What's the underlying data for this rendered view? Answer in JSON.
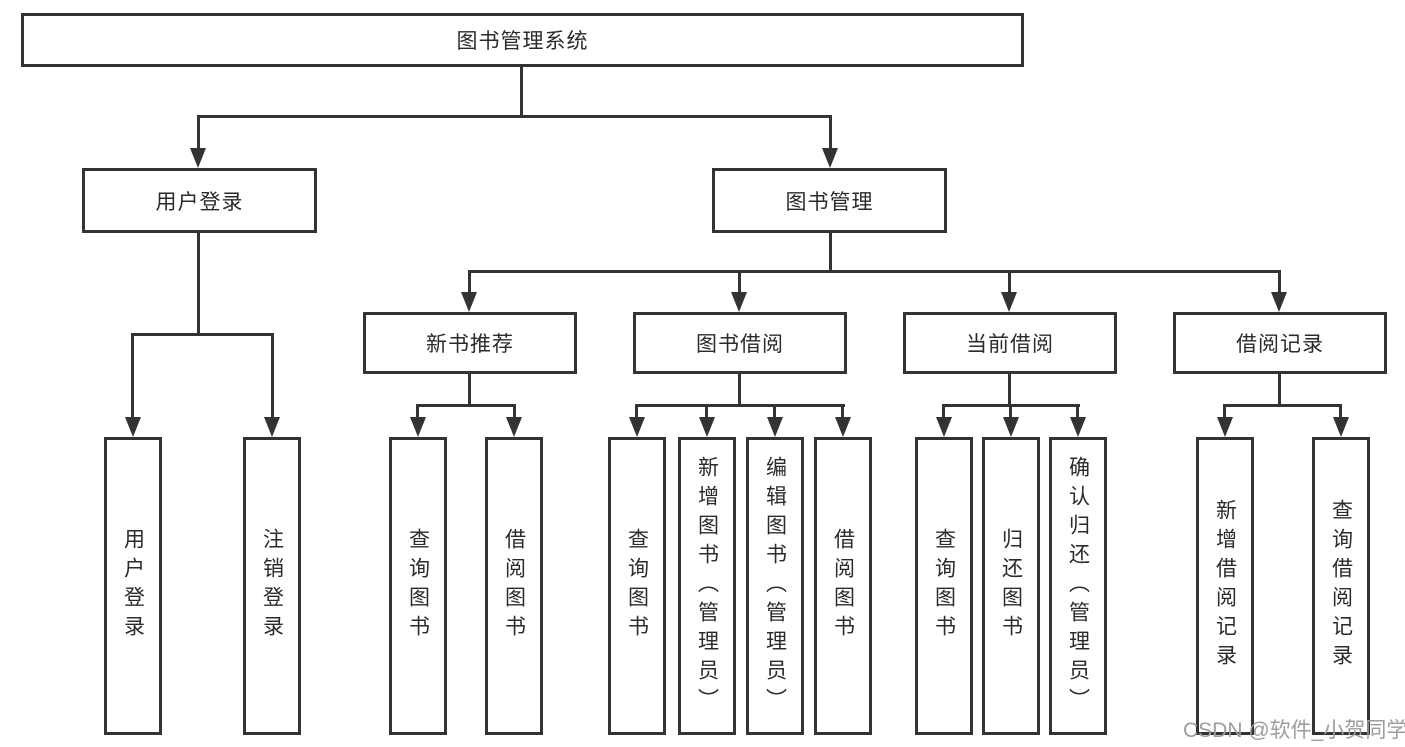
{
  "diagram": {
    "title": "图书管理系统",
    "type": "hierarchy-tree",
    "tree": {
      "label": "图书管理系统",
      "children": [
        {
          "label": "用户登录",
          "children": [
            {
              "label": "用户登录"
            },
            {
              "label": "注销登录"
            }
          ]
        },
        {
          "label": "图书管理",
          "children": [
            {
              "label": "新书推荐",
              "children": [
                {
                  "label": "查询图书"
                },
                {
                  "label": "借阅图书"
                }
              ]
            },
            {
              "label": "图书借阅",
              "children": [
                {
                  "label": "查询图书"
                },
                {
                  "label": "新增图书（管理员）"
                },
                {
                  "label": "编辑图书（管理员）"
                },
                {
                  "label": "借阅图书"
                }
              ]
            },
            {
              "label": "当前借阅",
              "children": [
                {
                  "label": "查询图书"
                },
                {
                  "label": "归还图书"
                },
                {
                  "label": "确认归还（管理员）"
                }
              ]
            },
            {
              "label": "借阅记录",
              "children": [
                {
                  "label": "新增借阅记录"
                },
                {
                  "label": "查询借阅记录"
                }
              ]
            }
          ]
        }
      ]
    },
    "watermark": {
      "text": "CSDN @软件_小贺同学"
    },
    "colors": {
      "line": "#333333",
      "text": "#2b2b2b",
      "watermark": "#9d9d9d",
      "background": "#ffffff"
    }
  }
}
